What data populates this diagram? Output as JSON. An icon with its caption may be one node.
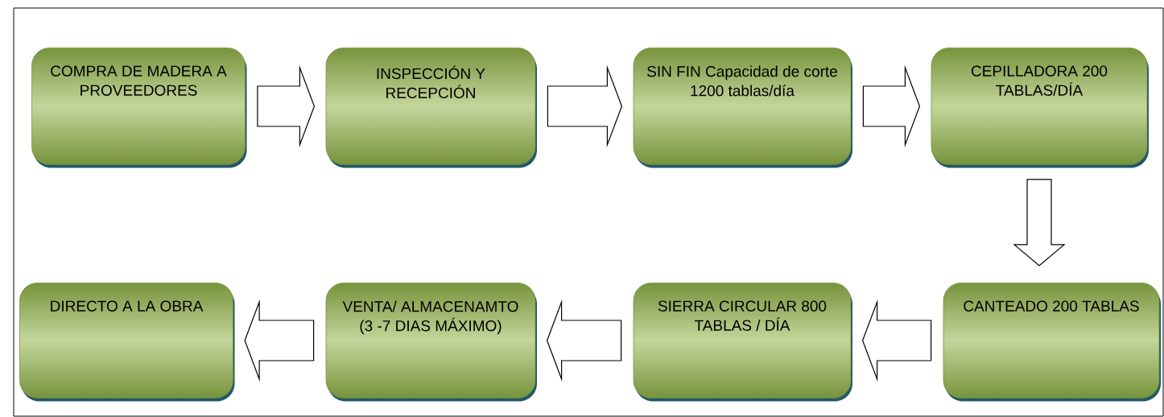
{
  "diagram": {
    "nodes": [
      {
        "text": [
          "COMPRA DE MADERA A PROVEEDORES"
        ]
      },
      {
        "text": [
          "INSPECCIÓN Y RECEPCIÓN"
        ]
      },
      {
        "text": [
          "SIN FIN Capacidad de corte 1200 tablas/día"
        ]
      },
      {
        "text": [
          "CEPILLADORA 200 TABLAS/DÍA"
        ]
      },
      {
        "text": [
          "CANTEADO 200 TABLAS"
        ]
      },
      {
        "text": [
          "SIERRA CIRCULAR 800 TABLAS / DÍA"
        ]
      },
      {
        "text": [
          "VENTA/ ALMACENAMTO (3 -7 DIAS MÁXIMO)"
        ]
      },
      {
        "text": [
          "DIRECTO A LA OBRA"
        ]
      }
    ],
    "edges": [
      {
        "from": 0,
        "to": 1,
        "arrow": "to"
      },
      {
        "from": 1,
        "to": 2,
        "arrow": "to"
      },
      {
        "from": 2,
        "to": 3,
        "arrow": "to"
      },
      {
        "from": 3,
        "to": 4,
        "arrow": "to"
      },
      {
        "from": 4,
        "to": 5,
        "arrow": "to"
      },
      {
        "from": 5,
        "to": 6,
        "arrow": "to"
      },
      {
        "from": 6,
        "to": 7,
        "arrow": "to"
      }
    ]
  }
}
